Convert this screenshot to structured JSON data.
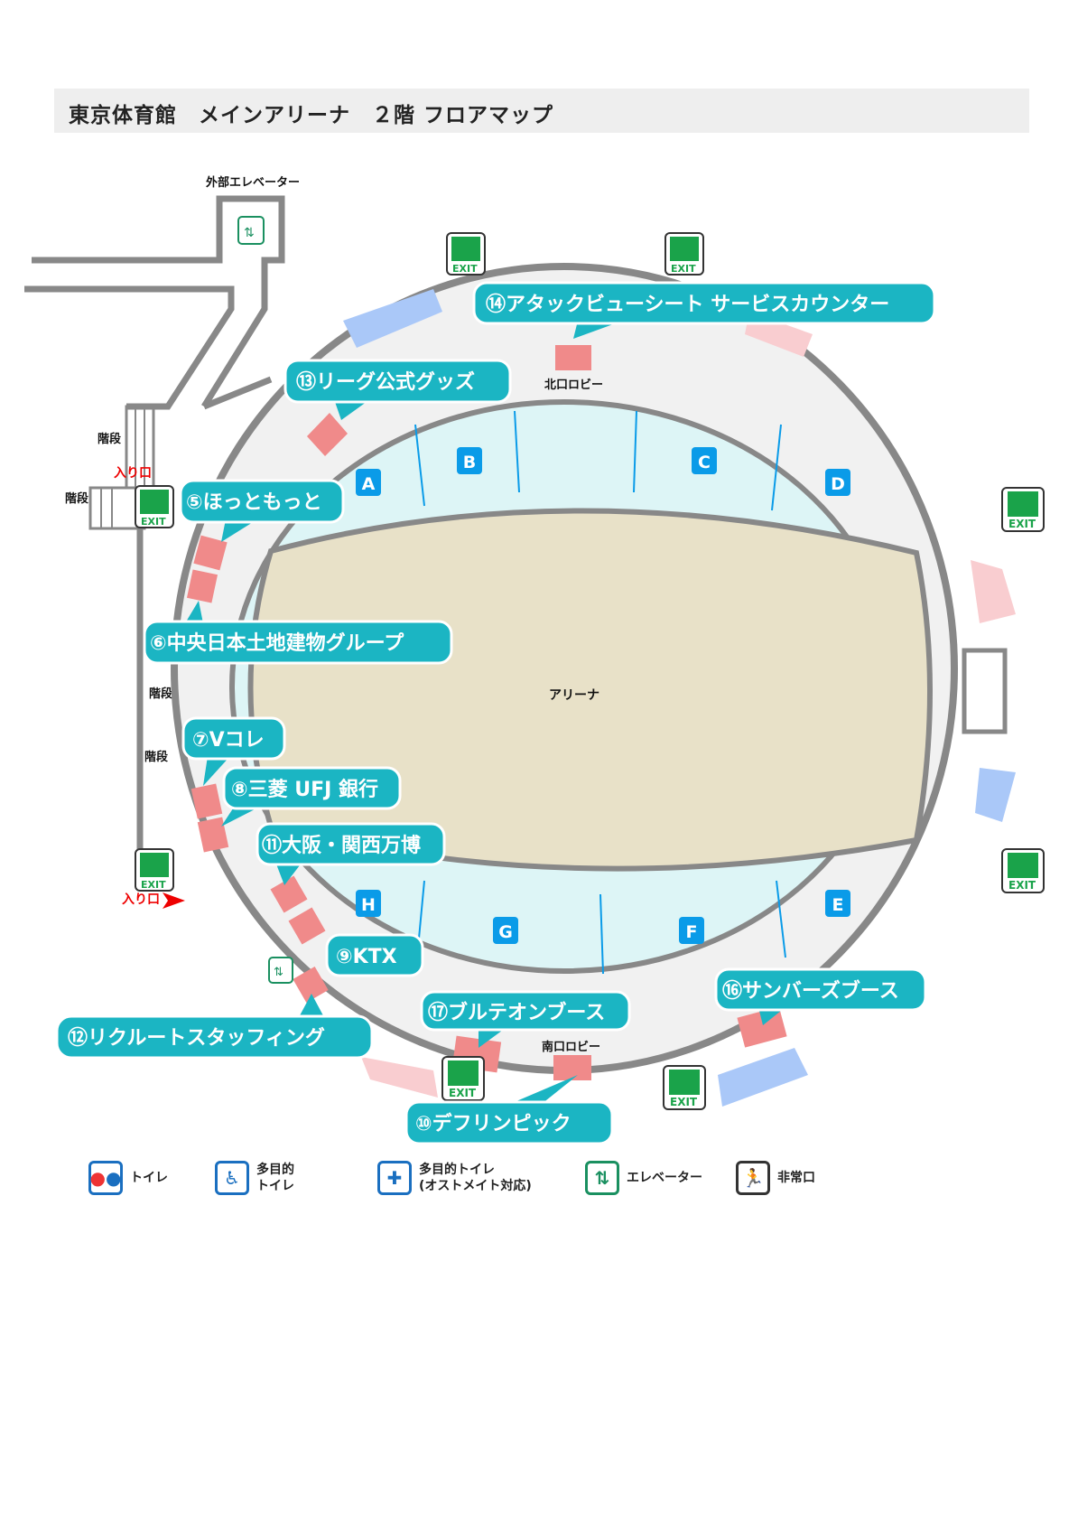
{
  "title": "東京体育館　メインアリーナ　２階 フロアマップ",
  "map_labels": {
    "external_elevator": "外部エレベーター",
    "stairs": "階段",
    "entrance": "入り口",
    "north_lobby": "北口ロビー",
    "south_lobby": "南口ロビー",
    "arena": "アリーナ",
    "exit": "EXIT"
  },
  "seat_blocks": [
    "A",
    "B",
    "C",
    "D",
    "E",
    "F",
    "G",
    "H"
  ],
  "booths": [
    {
      "id": "14",
      "label": "⑭アタックビューシート サービスカウンター"
    },
    {
      "id": "13",
      "label": "⑬リーグ公式グッズ"
    },
    {
      "id": "5",
      "label": "⑤ほっともっと"
    },
    {
      "id": "6",
      "label": "⑥中央日本土地建物グループ"
    },
    {
      "id": "7",
      "label": "⑦Vコレ"
    },
    {
      "id": "8",
      "label": "⑧三菱 UFJ 銀行"
    },
    {
      "id": "11",
      "label": "⑪大阪・関西万博"
    },
    {
      "id": "9",
      "label": "⑨KTX"
    },
    {
      "id": "12",
      "label": "⑫リクルートスタッフィング"
    },
    {
      "id": "17",
      "label": "⑰ブルテオンブース"
    },
    {
      "id": "16",
      "label": "⑯サンバーズブース"
    },
    {
      "id": "10",
      "label": "⑩デフリンピック"
    }
  ],
  "legend": [
    {
      "icon": "restroom-icon",
      "label": "トイレ"
    },
    {
      "icon": "wheelchair-icon",
      "label": "多目的\nトイレ"
    },
    {
      "icon": "ostomate-icon",
      "label": "多目的トイレ\n(オストメイト対応)"
    },
    {
      "icon": "elevator-icon",
      "label": "エレベーター"
    },
    {
      "icon": "exit-icon",
      "label": "非常口"
    }
  ],
  "colors": {
    "callout": "#1bb5c3",
    "booth": "#f08a8a",
    "seat_block": "#0a9be8",
    "arena": "#e8e1c8",
    "seating": "#ddf5f6",
    "concourse": "#f1f1f1",
    "wall": "#888888",
    "exit": "#1aa34a"
  }
}
